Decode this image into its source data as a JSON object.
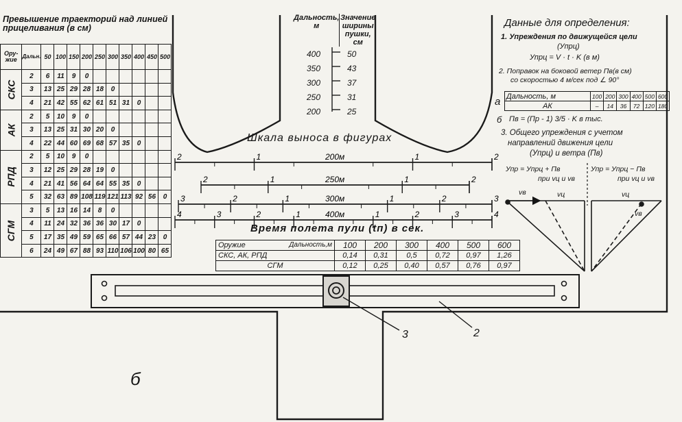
{
  "trajectory": {
    "title": "Превышение траекторий над линией прицеливания (в см)",
    "col_header": "Ору-жие",
    "corner": "Дальн.",
    "distances": [
      "50",
      "100",
      "150",
      "200",
      "250",
      "300",
      "350",
      "400",
      "450",
      "500"
    ],
    "groups": [
      {
        "name": "СКС",
        "rows": [
          {
            "sight": "2",
            "values": [
              "6",
              "11",
              "9",
              "0",
              "",
              "",
              "",
              "",
              "",
              ""
            ]
          },
          {
            "sight": "3",
            "values": [
              "13",
              "25",
              "29",
              "28",
              "18",
              "0",
              "",
              "",
              "",
              ""
            ]
          },
          {
            "sight": "4",
            "values": [
              "21",
              "42",
              "55",
              "62",
              "61",
              "51",
              "31",
              "0",
              "",
              ""
            ]
          }
        ]
      },
      {
        "name": "АК",
        "rows": [
          {
            "sight": "2",
            "values": [
              "5",
              "10",
              "9",
              "0",
              "",
              "",
              "",
              "",
              "",
              ""
            ]
          },
          {
            "sight": "3",
            "values": [
              "13",
              "25",
              "31",
              "30",
              "20",
              "0",
              "",
              "",
              "",
              ""
            ]
          },
          {
            "sight": "4",
            "values": [
              "22",
              "44",
              "60",
              "69",
              "68",
              "57",
              "35",
              "0",
              "",
              ""
            ]
          }
        ]
      },
      {
        "name": "РПД",
        "rows": [
          {
            "sight": "2",
            "values": [
              "5",
              "10",
              "9",
              "0",
              "",
              "",
              "",
              "",
              "",
              ""
            ]
          },
          {
            "sight": "3",
            "values": [
              "12",
              "25",
              "29",
              "28",
              "19",
              "0",
              "",
              "",
              "",
              ""
            ]
          },
          {
            "sight": "4",
            "values": [
              "21",
              "41",
              "56",
              "64",
              "64",
              "55",
              "35",
              "0",
              "",
              ""
            ]
          },
          {
            "sight": "5",
            "values": [
              "32",
              "63",
              "89",
              "108",
              "119",
              "121",
              "113",
              "92",
              "56",
              "0"
            ]
          }
        ]
      },
      {
        "name": "СГМ",
        "rows": [
          {
            "sight": "3",
            "values": [
              "5",
              "13",
              "16",
              "14",
              "8",
              "0",
              "",
              "",
              "",
              ""
            ]
          },
          {
            "sight": "4",
            "values": [
              "11",
              "24",
              "32",
              "36",
              "36",
              "30",
              "17",
              "0",
              "",
              ""
            ]
          },
          {
            "sight": "5",
            "values": [
              "17",
              "35",
              "49",
              "59",
              "65",
              "66",
              "57",
              "44",
              "23",
              "0"
            ]
          },
          {
            "sight": "6",
            "values": [
              "24",
              "49",
              "67",
              "88",
              "93",
              "110",
              "106",
              "100",
              "80",
              "65"
            ]
          }
        ]
      }
    ]
  },
  "range_width": {
    "header_left": "Дальность, м",
    "header_right": "Значение ширины пушки, см",
    "rows": [
      {
        "d": "400",
        "w": "50"
      },
      {
        "d": "350",
        "w": "43"
      },
      {
        "d": "300",
        "w": "37"
      },
      {
        "d": "250",
        "w": "31"
      },
      {
        "d": "200",
        "w": "25"
      }
    ]
  },
  "scales": {
    "title": "Шкала выноса в фигурах",
    "rows": [
      {
        "label": "200м",
        "ticks": [
          "2",
          "1",
          "1",
          "2"
        ]
      },
      {
        "label": "250м",
        "ticks": [
          "2",
          "1",
          "1",
          "2"
        ]
      },
      {
        "label": "300м",
        "ticks": [
          "3",
          "2",
          "1",
          "1",
          "2",
          "3"
        ]
      },
      {
        "label": "400м",
        "ticks": [
          "4",
          "3",
          "2",
          "1",
          "1",
          "2",
          "3",
          "4"
        ]
      }
    ]
  },
  "flight_time": {
    "title": "Время полета пули (tп) в сек.",
    "head_weapon": "Оружие",
    "head_range": "Дальность,м",
    "distances": [
      "100",
      "200",
      "300",
      "400",
      "500",
      "600"
    ],
    "rows": [
      {
        "label": "СКС,   АК,   РПД",
        "values": [
          "0,14",
          "0,31",
          "0,5",
          "0,72",
          "0,97",
          "1,26"
        ]
      },
      {
        "label": "СГМ",
        "values": [
          "0,12",
          "0,25",
          "0,40",
          "0,57",
          "0,76",
          "0,97"
        ]
      }
    ]
  },
  "info": {
    "title": "Данные для определения:",
    "item1": "1. Упреждения по движущейся цели",
    "item1_sym": "(Упрц)",
    "formula1": "Упрц = V · t · K (в м)",
    "item2_a": "2.   Поправок на боковой ветер Пв(в см)",
    "item2_b": "со скоростью 4 м/сек под ∠ 90°",
    "letter_a": "а",
    "wind_table": {
      "head": "Дальность, м",
      "row_label": "АК",
      "distances": [
        "100",
        "200",
        "300",
        "400",
        "500",
        "600"
      ],
      "values": [
        "–",
        "14",
        "36",
        "72",
        "120",
        "180"
      ]
    },
    "letter_b": "б",
    "formula2": "Пв = (Пр - 1) 3/5 · K  в тыс.",
    "item3_a": "3. Общего упреждения с учетом",
    "item3_b": "направлений движения цели",
    "item3_c": "(Упрц) и ветра (Пв)",
    "case1": "Упр = Упрц + Пв",
    "case1_b": "при vц и vв",
    "case2": "Упр = Упрц − Пв",
    "case2_b": "при vц и vв",
    "vec_v": "vв",
    "vec_u": "vц"
  },
  "callouts": [
    "3",
    "2"
  ],
  "figure_letter": "б"
}
